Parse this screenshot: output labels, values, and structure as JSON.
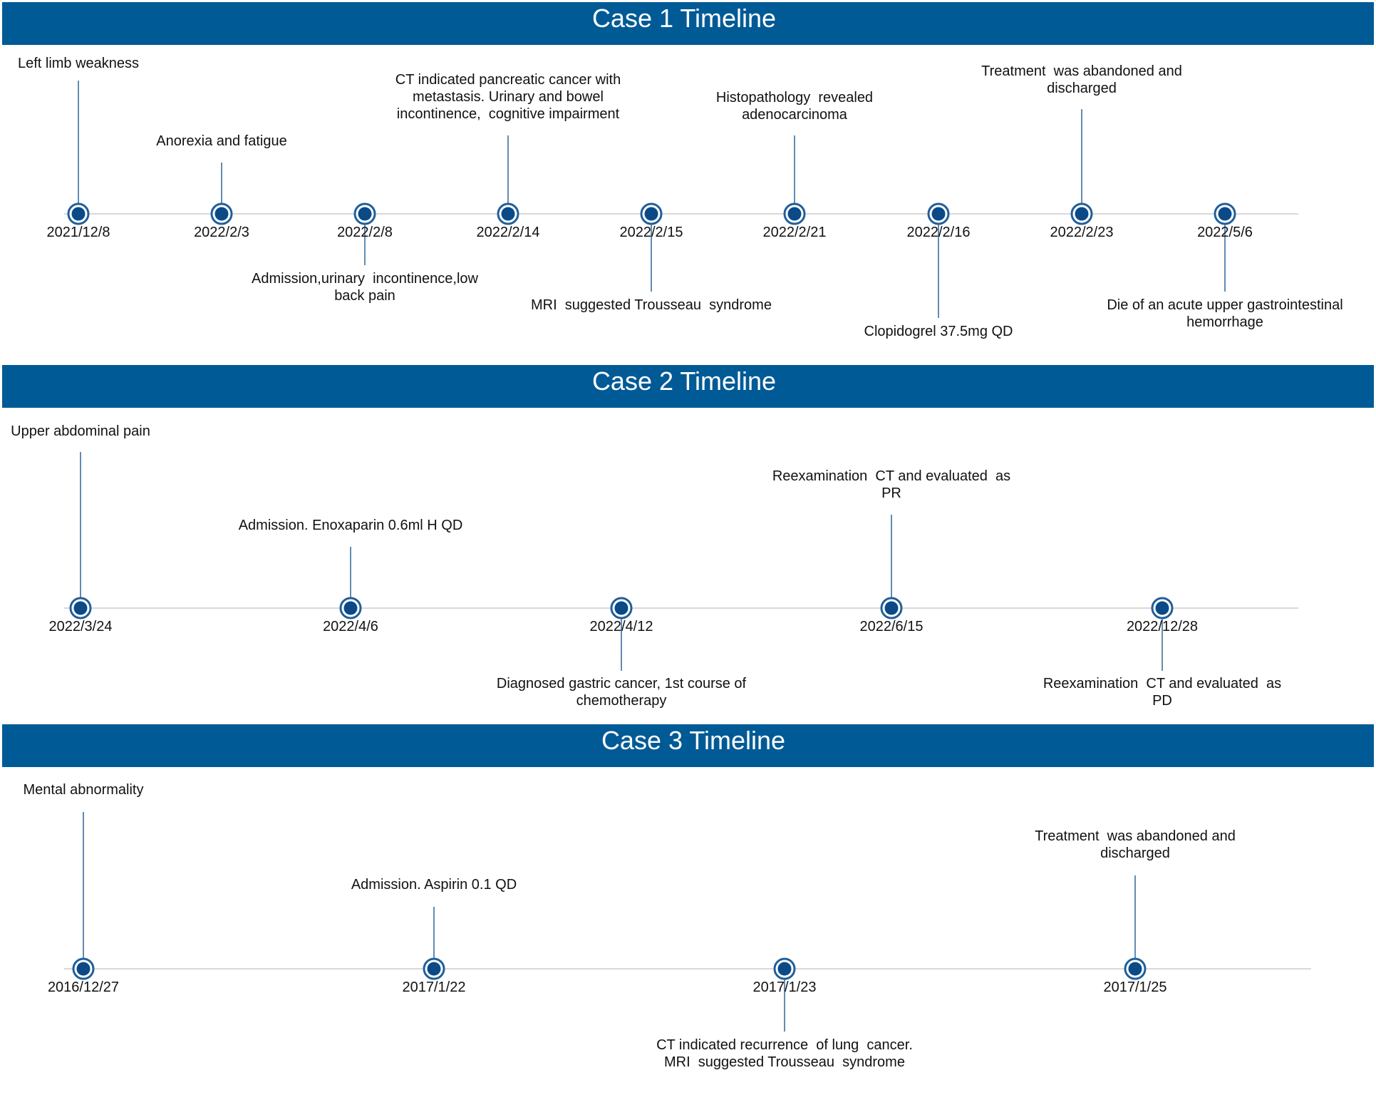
{
  "colors": {
    "banner": "#005a96",
    "banner_text": "#ffffff",
    "axis": "#d9d9d9",
    "stem": "#3a6f9f",
    "node_outer": "#1f5f9a",
    "node_inner": "#0b4a86",
    "text": "#111111"
  },
  "cases": [
    {
      "title": "Case 1 Timeline",
      "events": [
        {
          "date": "2021/12/8",
          "label": [
            "Left limb weakness"
          ],
          "side": "above"
        },
        {
          "date": "2022/2/3",
          "label": [
            "Anorexia and fatigue"
          ],
          "side": "above"
        },
        {
          "date": "2022/2/8",
          "label": [
            "Admission,urinary  incontinence,low",
            "back pain"
          ],
          "side": "below"
        },
        {
          "date": "2022/2/14",
          "label": [
            "CT indicated pancreatic cancer with",
            "metastasis. Urinary and bowel",
            "incontinence,  cognitive impairment"
          ],
          "side": "above"
        },
        {
          "date": "2022/2/15",
          "label": [
            "MRI  suggested Trousseau  syndrome"
          ],
          "side": "below"
        },
        {
          "date": "2022/2/21",
          "label": [
            "Histopathology  revealed",
            "adenocarcinoma"
          ],
          "side": "above"
        },
        {
          "date": "2022/2/16",
          "label": [
            "Clopidogrel 37.5mg QD"
          ],
          "side": "below"
        },
        {
          "date": "2022/2/23",
          "label": [
            "Treatment  was abandoned and",
            "discharged"
          ],
          "side": "above"
        },
        {
          "date": "2022/5/6",
          "label": [
            "Die of an acute upper gastrointestinal",
            "hemorrhage"
          ],
          "side": "below"
        }
      ]
    },
    {
      "title": "Case 2 Timeline",
      "events": [
        {
          "date": "2022/3/24",
          "label": [
            "Upper abdominal pain"
          ],
          "side": "above"
        },
        {
          "date": "2022/4/6",
          "label": [
            "Admission. Enoxaparin 0.6ml H QD"
          ],
          "side": "above"
        },
        {
          "date": "2022/4/12",
          "label": [
            "Diagnosed gastric cancer, 1st course of",
            "chemotherapy"
          ],
          "side": "below"
        },
        {
          "date": "2022/6/15",
          "label": [
            "Reexamination  CT and evaluated  as",
            "PR"
          ],
          "side": "above"
        },
        {
          "date": "2022/12/28",
          "label": [
            "Reexamination  CT and evaluated  as",
            "PD"
          ],
          "side": "below"
        }
      ]
    },
    {
      "title": "Case 3 Timeline",
      "events": [
        {
          "date": "2016/12/27",
          "label": [
            "Mental abnormality"
          ],
          "side": "above"
        },
        {
          "date": "2017/1/22",
          "label": [
            "Admission. Aspirin 0.1 QD"
          ],
          "side": "above"
        },
        {
          "date": "2017/1/23",
          "label": [
            "CT indicated recurrence  of lung  cancer.",
            "MRI  suggested Trousseau  syndrome"
          ],
          "side": "below"
        },
        {
          "date": "2017/1/25",
          "label": [
            "Treatment  was abandoned and",
            "discharged"
          ],
          "side": "above"
        }
      ]
    }
  ]
}
